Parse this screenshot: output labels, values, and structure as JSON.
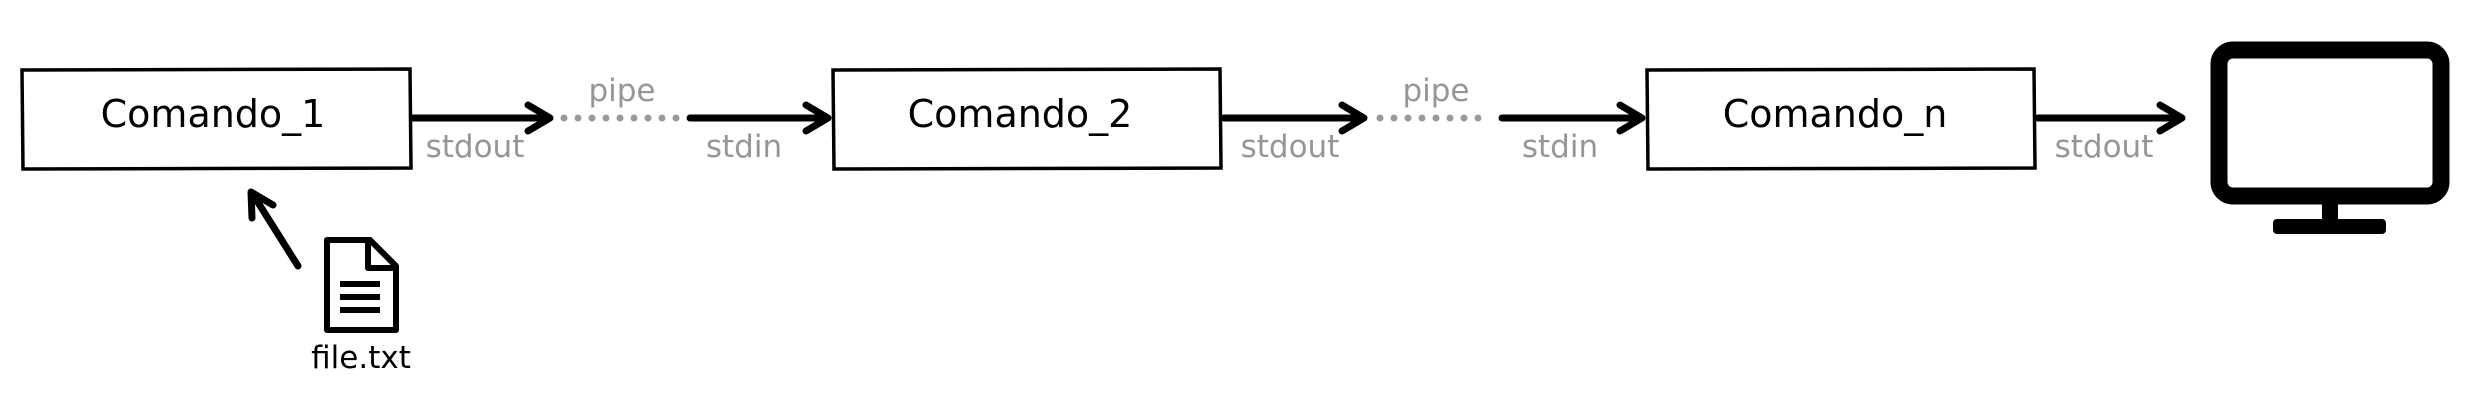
{
  "commands": [
    {
      "label": "Comando_1"
    },
    {
      "label": "Comando_2"
    },
    {
      "label": "Comando_n"
    }
  ],
  "streams": {
    "stdout": "stdout",
    "stdin": "stdin",
    "pipe": "pipe"
  },
  "file": {
    "label": "file.txt",
    "icon": "document-icon"
  },
  "output": {
    "icon": "monitor-icon"
  },
  "colors": {
    "stroke": "#000000",
    "muted_label": "#969696",
    "pipe": "#9a9a9a"
  }
}
